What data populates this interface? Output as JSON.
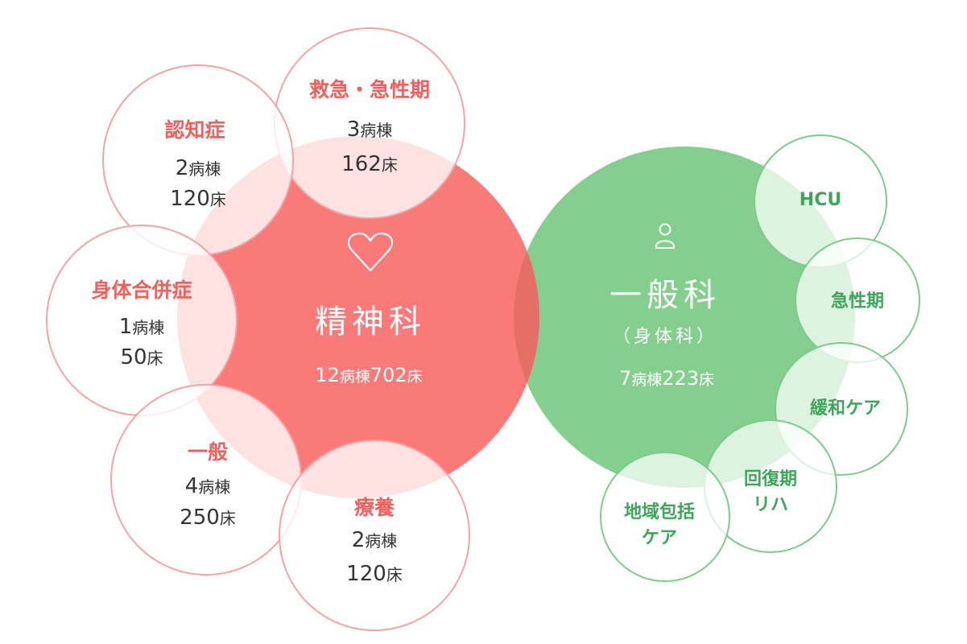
{
  "colors": {
    "psych": "#f97a79",
    "psych_title": "#f0605f",
    "general": "#84cf8e",
    "general_title": "#3fa55a",
    "overlap": "#e56e67",
    "count_text": "#333333"
  },
  "psychiatry": {
    "title": "精神科",
    "wards": "12",
    "wards_unit": "病棟",
    "beds": "702",
    "beds_unit": "床",
    "icon": "heart-icon"
  },
  "general": {
    "title": "一般科",
    "subtitle": "（身体科）",
    "wards": "7",
    "wards_unit": "病棟",
    "beds": "223",
    "beds_unit": "床",
    "icon": "person-icon"
  },
  "psych_units": [
    {
      "title": "救急・急性期",
      "wards": "3",
      "wards_unit": "病棟",
      "beds": "162",
      "beds_unit": "床"
    },
    {
      "title": "認知症",
      "wards": "2",
      "wards_unit": "病棟",
      "beds": "120",
      "beds_unit": "床"
    },
    {
      "title": "身体合併症",
      "wards": "1",
      "wards_unit": "病棟",
      "beds": "50",
      "beds_unit": "床"
    },
    {
      "title": "一般",
      "wards": "4",
      "wards_unit": "病棟",
      "beds": "250",
      "beds_unit": "床"
    },
    {
      "title": "療養",
      "wards": "2",
      "wards_unit": "病棟",
      "beds": "120",
      "beds_unit": "床"
    }
  ],
  "general_units": [
    {
      "line1": "HCU",
      "line2": ""
    },
    {
      "line1": "急性期",
      "line2": ""
    },
    {
      "line1": "緩和ケア",
      "line2": ""
    },
    {
      "line1": "回復期",
      "line2": "リハ"
    },
    {
      "line1": "地域包括",
      "line2": "ケア"
    }
  ]
}
